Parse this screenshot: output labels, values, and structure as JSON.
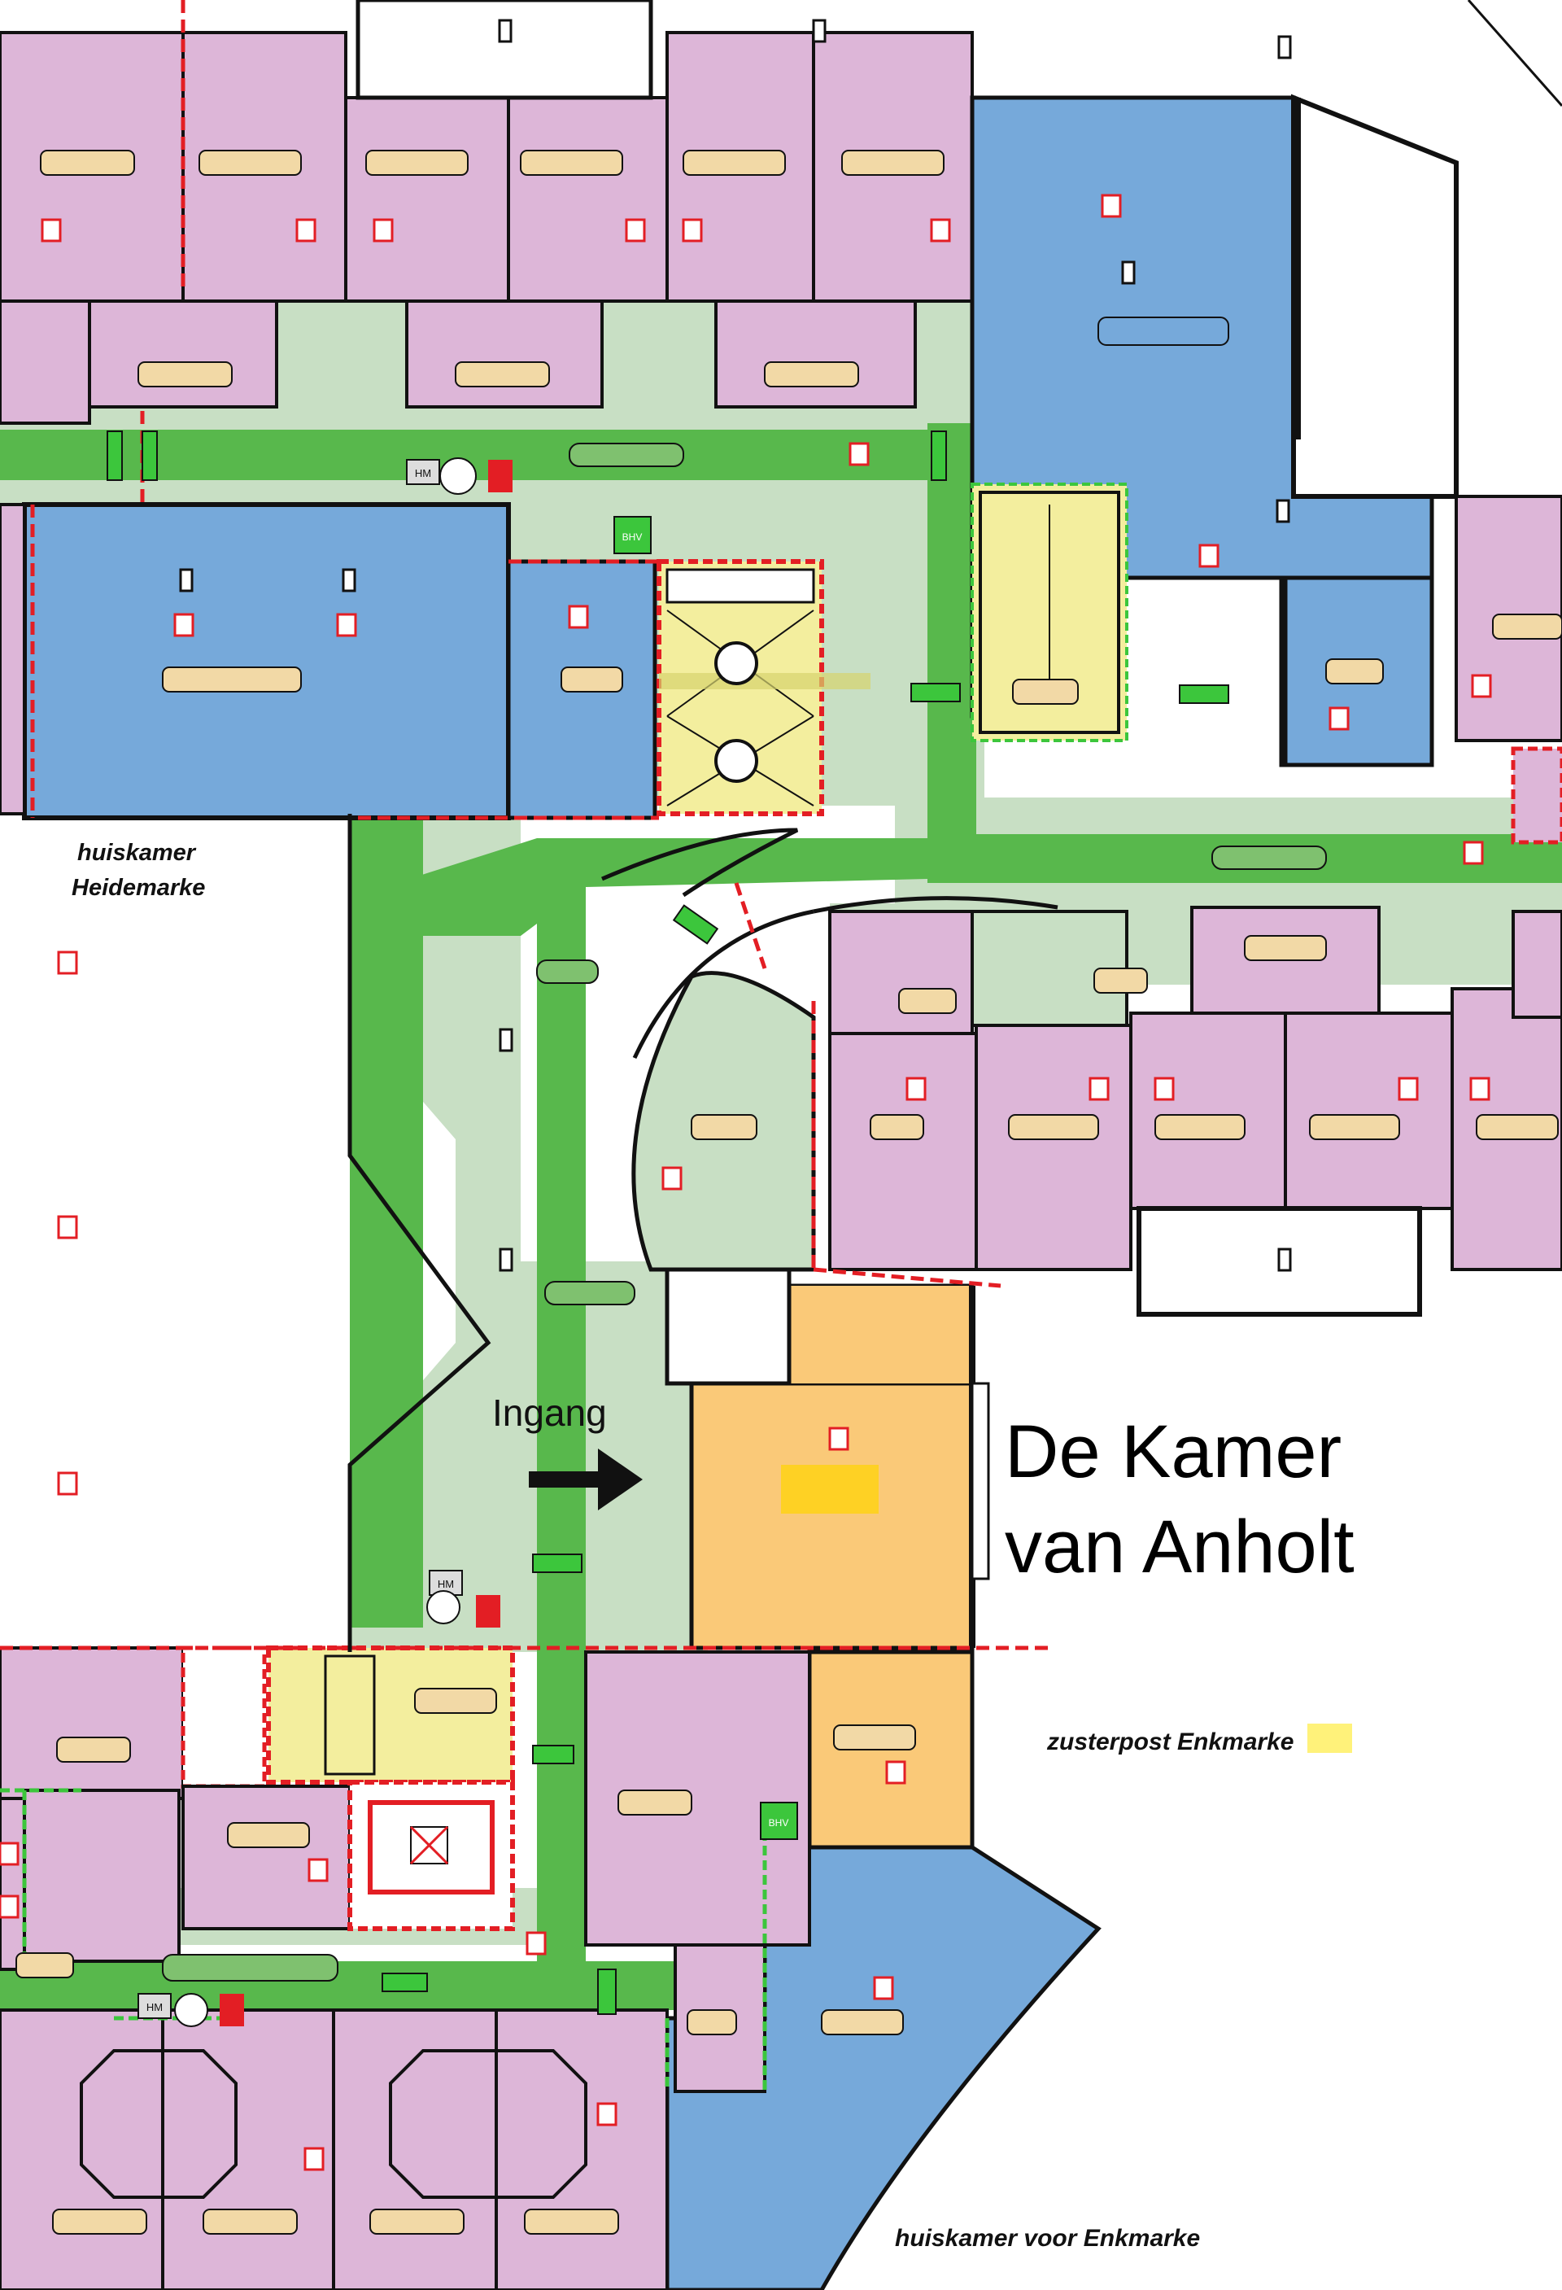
{
  "labels": {
    "heidemarke_line1": "huiskamer",
    "heidemarke_line2": "Heidemarke",
    "entrance": "Ingang",
    "kamer_line1": "De Kamer",
    "kamer_line2": "van Anholt",
    "zusterpost_main": "zusterpost Enkma",
    "zusterpost_tail": "rke",
    "huiskamer_enkmarke": "huiskamer voor Enkmarke"
  },
  "badges": {
    "bhv": "BHV",
    "hm": "HM"
  },
  "colors": {
    "corridor_green": "#58b84c",
    "light_green": "#c8dfc4",
    "room_pink": "#ddb6d8",
    "living_blue": "#76a9da",
    "stair_yellow": "#f3ee9e",
    "office_orange": "#fac978",
    "wall": "#111111",
    "fire_line": "#e31e24"
  }
}
